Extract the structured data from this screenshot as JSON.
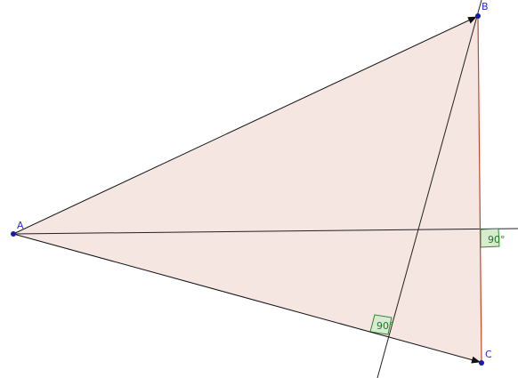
{
  "diagram": {
    "points": [
      {
        "id": "A",
        "label": "A"
      },
      {
        "id": "B",
        "label": "B"
      },
      {
        "id": "C",
        "label": "C"
      }
    ],
    "right_angles": [
      {
        "id": "angle-at-altitude-foot-on-AC",
        "label": "90°"
      },
      {
        "id": "angle-at-altitude-foot-on-BC",
        "label": "90°"
      }
    ],
    "colors": {
      "triangle_fill": "#f5e6e1",
      "triangle_edge": "#c0492a",
      "segment": "#222222",
      "point": "#1a1aa8",
      "point_label": "#2b2bd6",
      "angle_fill": "#d9ead3",
      "angle_stroke": "#2e8b2e",
      "angle_text": "#1f7a1f"
    }
  }
}
